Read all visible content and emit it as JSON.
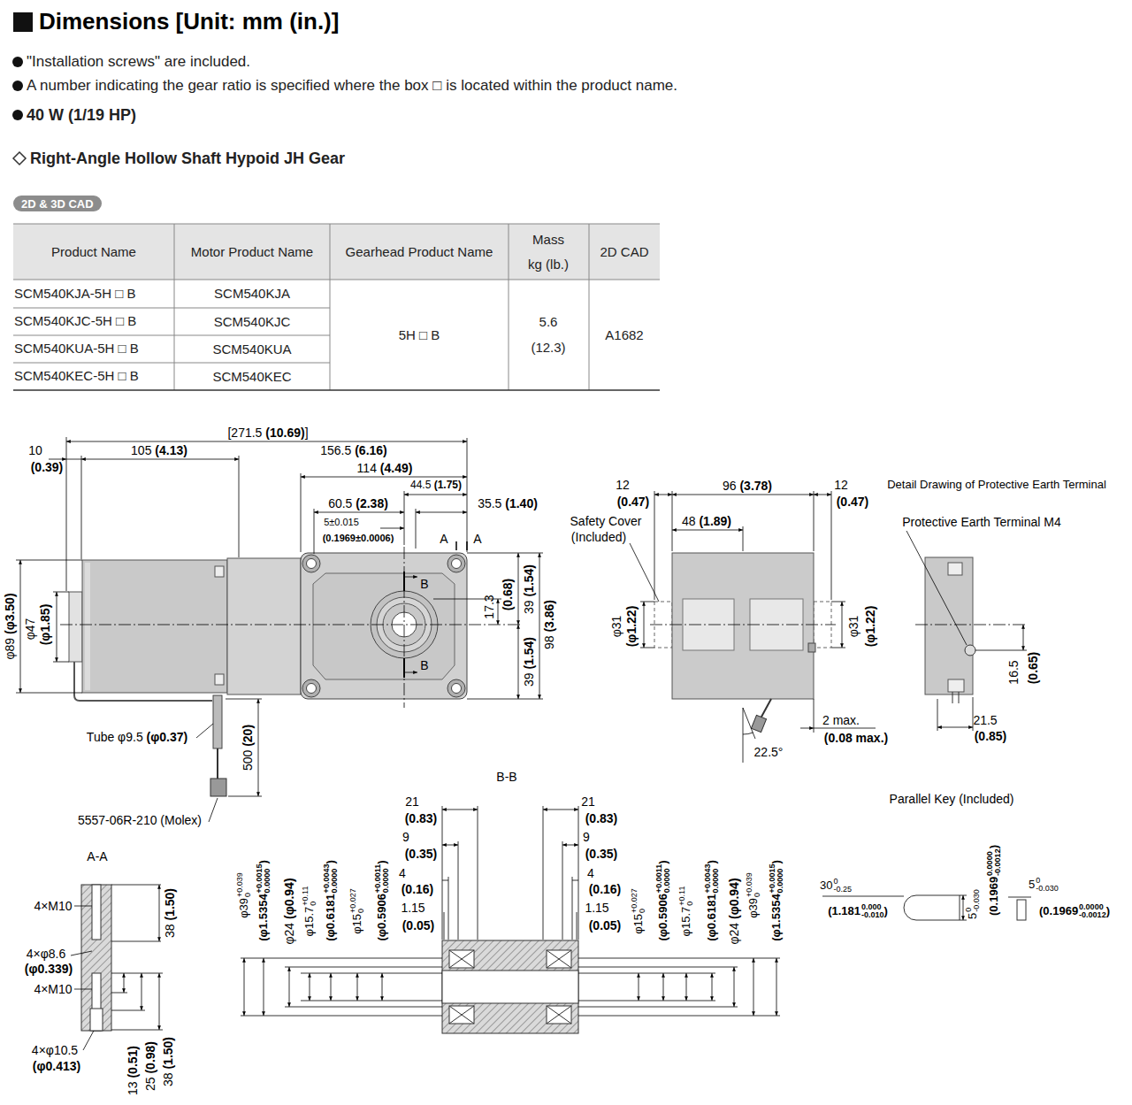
{
  "diagram": {
    "title": "Dimensions [Unit: mm (in.)]",
    "nodes": [
      {
        "text": [
          "2D & 3D CAD"
        ]
      }
    ],
    "labels": [
      "\"Installation screws\" are included.",
      "A number indicating the gear ratio is specified where the box □ is located within the product name.",
      "40 W (1/19 HP)",
      "Right-Angle Hollow Shaft Hypoid JH Gear",
      "Product Name",
      "Motor Product Name",
      "Gearhead Product Name",
      "Mass",
      "kg (lb.)",
      "2D CAD",
      "SCM540KJA-5H □ B",
      "SCM540KJA",
      "SCM540KJC-5H □ B",
      "SCM540KJC",
      "SCM540KUA-5H □ B",
      "SCM540KUA",
      "SCM540KEC-5H □ B",
      "SCM540KEC",
      "5H □ B",
      "5.6",
      "(12.3)",
      "A1682",
      "[271.5 (10.69)]",
      "10",
      "(0.39)",
      "105 (4.13)",
      "156.5 (6.16)",
      "114 (4.49)",
      "44.5 (1.75)",
      "60.5 (2.38)",
      "35.5 (1.40)",
      "5±0.015",
      "(0.1969±0.0006)",
      "A",
      "A",
      "B",
      "B",
      "17.3",
      "(0.68)",
      "39 (1.54)",
      "39 (1.54)",
      "98 (3.86)",
      "φ89 (φ3.50)",
      "φ47",
      "(φ1.85)",
      "Tube φ9.5 (φ0.37)",
      "500 (20)",
      "5557-06R-210 (Molex)",
      "12",
      "(0.47)",
      "96 (3.78)",
      "12",
      "(0.47)",
      "Safety Cover",
      "(Included)",
      "48 (1.89)",
      "φ31",
      "(φ1.22)",
      "φ31",
      "(φ1.22)",
      "2 max.",
      "(0.08 max.)",
      "22.5°",
      "Detail Drawing of Protective Earth Terminal",
      "Protective Earth Terminal M4",
      "16.5",
      "(0.65)",
      "21.5",
      "(0.85)",
      "B-B",
      "21",
      "(0.83)",
      "9",
      "(0.35)",
      "4",
      "(0.16)",
      "1.15",
      "(0.05)",
      "21",
      "(0.83)",
      "9",
      "(0.35)",
      "4",
      "(0.16)",
      "1.15",
      "(0.05)",
      "φ39",
      "+0.039",
      "0",
      "(φ1.5354",
      "+0.0015",
      "0.0000",
      ")",
      "φ24 (φ0.94)",
      "φ15.7",
      "+0.11",
      "0",
      "(φ0.6181",
      "+0.0043",
      "0.0000",
      ")",
      "φ15",
      "+0.027",
      "0",
      "(φ0.5906",
      "+0.0011",
      "0.0000",
      ")",
      "φ15",
      "+0.027",
      "0",
      "(φ0.5906",
      "+0.0011",
      "0.0000",
      ")",
      "φ15.7",
      "+0.11",
      "0",
      "(φ0.6181",
      "+0.0043",
      "0.0000",
      ")",
      "φ24 (φ0.94)",
      "φ39",
      "+0.039",
      "0",
      "(φ1.5354",
      "+0.0015",
      "0.0000",
      ")",
      "A-A",
      "4×M10",
      "4×φ8.6",
      "(φ0.339)",
      "4×M10",
      "4×φ10.5",
      "(φ0.413)",
      "38 (1.50)",
      "13 (0.51)",
      "25 (0.98)",
      "38 (1.50)",
      "Parallel Key (Included)",
      "30",
      "0",
      "-0.25",
      "(1.181",
      "0.000",
      "-0.010",
      ")",
      "5",
      "0",
      "-0.030",
      "(0.1969",
      "0.0000",
      "-0.0012",
      ")",
      "5",
      "0",
      "-0.030",
      "(0.1969",
      "0.0000",
      "-0.0012",
      ")"
    ]
  }
}
